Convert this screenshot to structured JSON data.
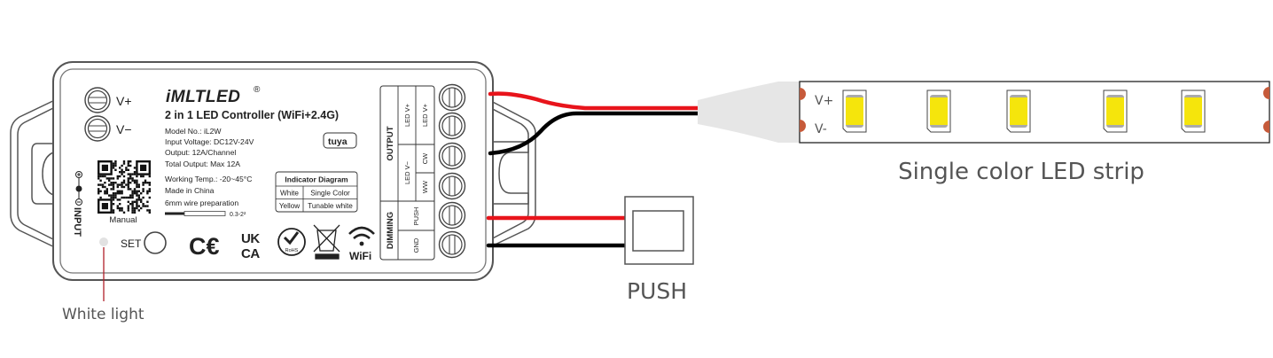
{
  "controller": {
    "brand": "iMLTLED",
    "registered_mark": "®",
    "title": "2 in 1 LED Controller (WiFi+2.4G)",
    "specs": [
      "Model No.: iL2W",
      "Input Voltage: DC12V-24V",
      "Output: 12A/Channel",
      "Total Output: Max 12A",
      "Working Temp.: -20~45°C",
      "Made in China",
      "6mm wire preparation"
    ],
    "wire_gauge": "0.3-2²",
    "tuya_label": "tuya",
    "input_terminals": [
      "V+",
      "V−"
    ],
    "input_label": "INPUT",
    "qr_caption": "Manual",
    "set_label": "SET",
    "indicator_diagram": {
      "title": "Indicator Diagram",
      "rows": [
        {
          "color": "White",
          "mode": "Single Color"
        },
        {
          "color": "Yellow",
          "mode": "Tunable white"
        }
      ]
    },
    "certifications": [
      "CE",
      "UK CA",
      "RoHS",
      "WEEE",
      "WiFi"
    ],
    "terminal_block": {
      "output_label": "OUTPUT",
      "dimming_label": "DIMMING",
      "terminals": [
        {
          "pin": "LED V+",
          "pin2": "LED V+"
        },
        {
          "pin": "LED V+",
          "pin2": "LED V+"
        },
        {
          "pin": "LED V−",
          "pin2": "CW"
        },
        {
          "pin": "LED V−",
          "pin2": "WW"
        },
        {
          "pin": "PUSH",
          "pin2": ""
        },
        {
          "pin": "GND",
          "pin2": ""
        }
      ]
    }
  },
  "annotations": {
    "indicator_light": "White light",
    "push_switch": "PUSH",
    "led_strip": "Single color LED strip",
    "strip_vplus": "V+",
    "strip_vminus": "V-"
  },
  "colors": {
    "wire_positive": "#e8141b",
    "wire_negative": "#000000",
    "led_chip": "#f5e50c",
    "solder_pad": "#c65a3a",
    "connector_sleeve": "#e6e6e6",
    "pointer_line": "#b0202a"
  }
}
